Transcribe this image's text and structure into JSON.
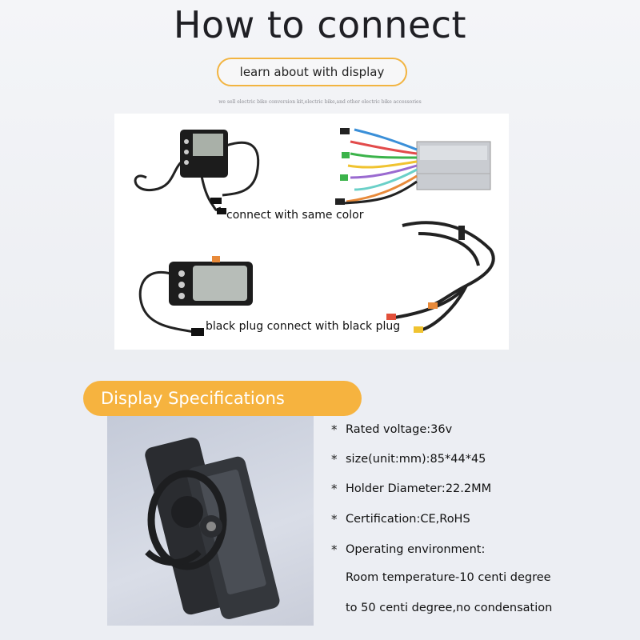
{
  "header": {
    "title": "How to connect",
    "subtitle_button": "learn about with display",
    "tagline": "we sell electric bike conversion kit,electric bike,and other electric bike accessories"
  },
  "connection": {
    "label_color": "connect with same color",
    "label_black": "black plug connect with black plug"
  },
  "specs": {
    "heading": "Display Specifications",
    "bullet": "*",
    "items": [
      "Rated voltage:36v",
      "size(unit:mm):85*44*45",
      "Holder Diameter:22.2MM",
      "Certification:CE,RoHS",
      "Operating environment:"
    ],
    "continuation": [
      "Room temperature-10 centi degree",
      "to 50 centi degree,no condensation"
    ]
  },
  "colors": {
    "accent": "#f6b33f",
    "pill_border": "#f2b441",
    "text": "#111111"
  }
}
